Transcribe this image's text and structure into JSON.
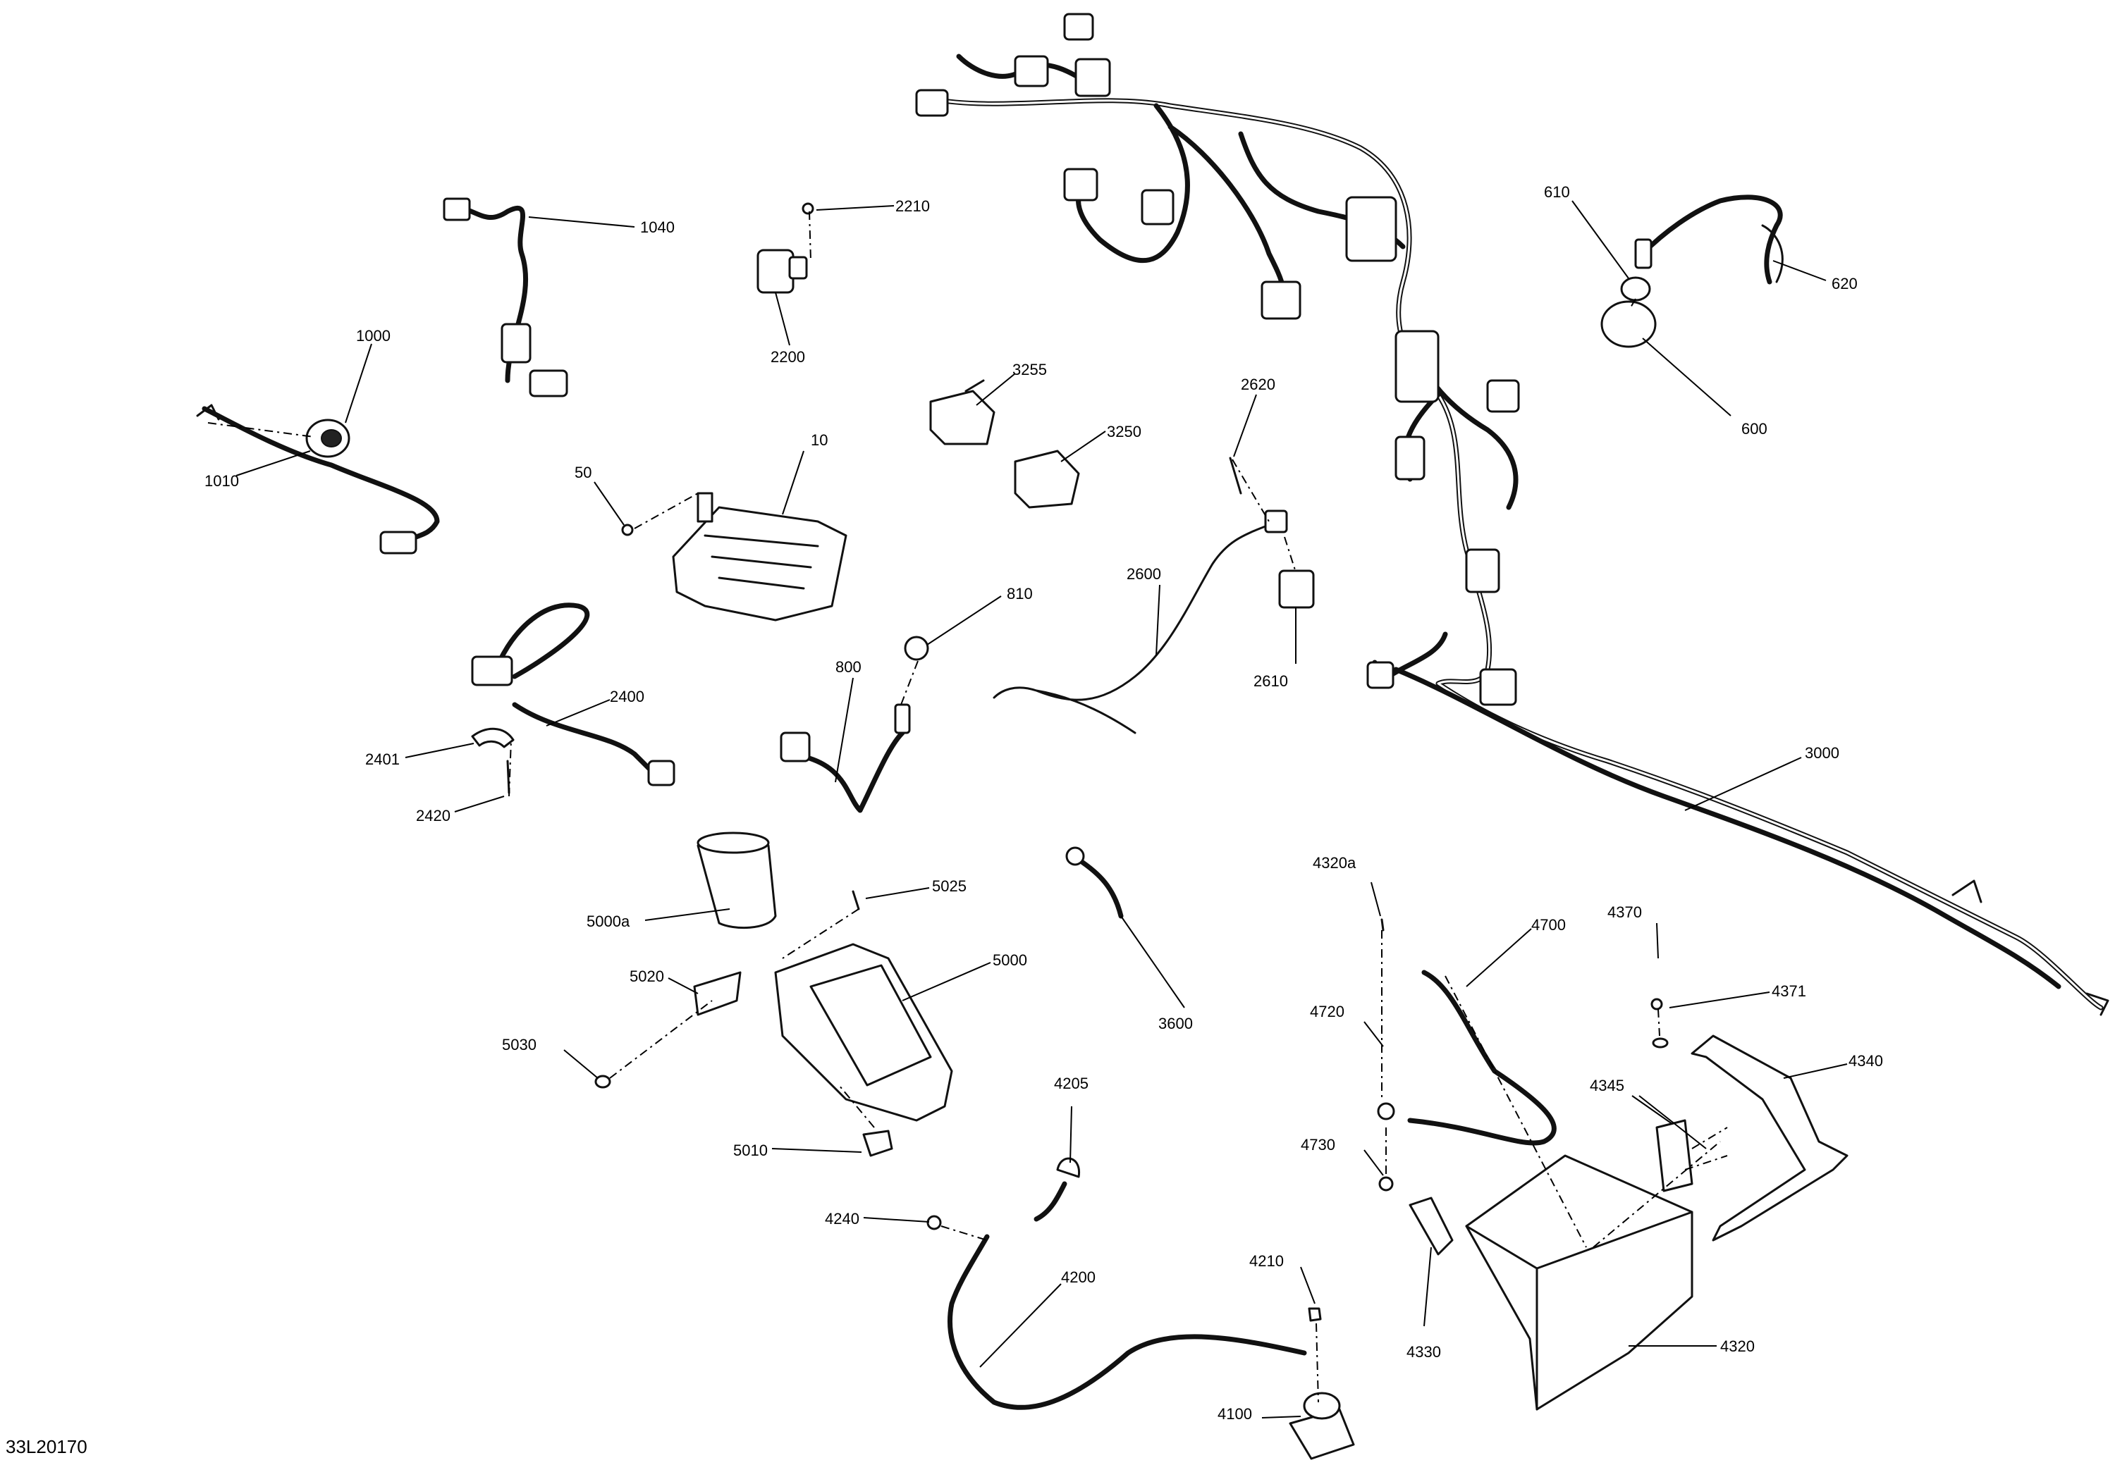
{
  "diagram": {
    "id_label": "33L20170",
    "callouts": [
      {
        "label": "10"
      },
      {
        "label": "50"
      },
      {
        "label": "600"
      },
      {
        "label": "610"
      },
      {
        "label": "620"
      },
      {
        "label": "800"
      },
      {
        "label": "810"
      },
      {
        "label": "1000"
      },
      {
        "label": "1010"
      },
      {
        "label": "1040"
      },
      {
        "label": "2200"
      },
      {
        "label": "2210"
      },
      {
        "label": "2400"
      },
      {
        "label": "2401"
      },
      {
        "label": "2420"
      },
      {
        "label": "2600"
      },
      {
        "label": "2610"
      },
      {
        "label": "2620"
      },
      {
        "label": "3000"
      },
      {
        "label": "3250"
      },
      {
        "label": "3255"
      },
      {
        "label": "3600"
      },
      {
        "label": "4100"
      },
      {
        "label": "4200"
      },
      {
        "label": "4205"
      },
      {
        "label": "4210"
      },
      {
        "label": "4240"
      },
      {
        "label": "4320"
      },
      {
        "label": "4320a"
      },
      {
        "label": "4330"
      },
      {
        "label": "4340"
      },
      {
        "label": "4345"
      },
      {
        "label": "4370"
      },
      {
        "label": "4371"
      },
      {
        "label": "4700"
      },
      {
        "label": "4720"
      },
      {
        "label": "4730"
      },
      {
        "label": "5000"
      },
      {
        "label": "5000a"
      },
      {
        "label": "5010"
      },
      {
        "label": "5020"
      },
      {
        "label": "5025"
      },
      {
        "label": "5030"
      }
    ]
  }
}
